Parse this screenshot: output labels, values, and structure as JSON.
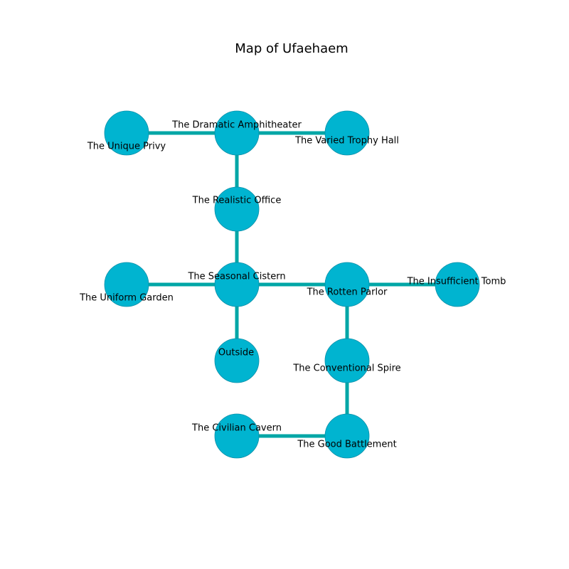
{
  "title": "Map of Ufaehaem",
  "colors": {
    "node_fill": "#00b4d0",
    "edge": "#00a6a6",
    "background": "#ffffff"
  },
  "rooms": [
    {
      "id": "unique_privy",
      "name": "The Unique Privy",
      "col": 0,
      "row": 0
    },
    {
      "id": "dramatic_amphitheater",
      "name": "The Dramatic Amphitheater",
      "col": 1,
      "row": 0
    },
    {
      "id": "varied_trophy_hall",
      "name": "The Varied Trophy Hall",
      "col": 2,
      "row": 0
    },
    {
      "id": "realistic_office",
      "name": "The Realistic Office",
      "col": 1,
      "row": 1
    },
    {
      "id": "uniform_garden",
      "name": "The Uniform Garden",
      "col": 0,
      "row": 2
    },
    {
      "id": "seasonal_cistern",
      "name": "The Seasonal Cistern",
      "col": 1,
      "row": 2
    },
    {
      "id": "rotten_parlor",
      "name": "The Rotten Parlor",
      "col": 2,
      "row": 2
    },
    {
      "id": "insufficient_tomb",
      "name": "The Insufficient Tomb",
      "col": 3,
      "row": 2
    },
    {
      "id": "outside",
      "name": "Outside",
      "col": 1,
      "row": 3
    },
    {
      "id": "conventional_spire",
      "name": "The Conventional Spire",
      "col": 2,
      "row": 3
    },
    {
      "id": "civilian_cavern",
      "name": "The Civilian Cavern",
      "col": 1,
      "row": 4
    },
    {
      "id": "good_battlement",
      "name": "The Good Battlement",
      "col": 2,
      "row": 4
    }
  ],
  "connections": [
    [
      "unique_privy",
      "dramatic_amphitheater"
    ],
    [
      "dramatic_amphitheater",
      "varied_trophy_hall"
    ],
    [
      "dramatic_amphitheater",
      "realistic_office"
    ],
    [
      "realistic_office",
      "seasonal_cistern"
    ],
    [
      "uniform_garden",
      "seasonal_cistern"
    ],
    [
      "seasonal_cistern",
      "rotten_parlor"
    ],
    [
      "rotten_parlor",
      "insufficient_tomb"
    ],
    [
      "seasonal_cistern",
      "outside"
    ],
    [
      "rotten_parlor",
      "conventional_spire"
    ],
    [
      "conventional_spire",
      "good_battlement"
    ],
    [
      "civilian_cavern",
      "good_battlement"
    ]
  ]
}
